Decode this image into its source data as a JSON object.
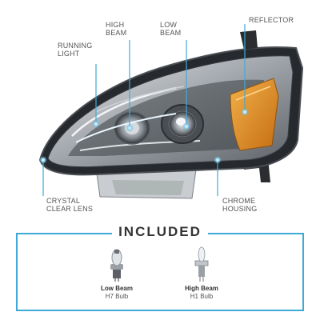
{
  "callouts": {
    "running_light": "RUNNING\nLIGHT",
    "high_beam": "HIGH\nBEAM",
    "low_beam": "LOW\nBEAM",
    "reflector": "REFLECTOR",
    "crystal_clear_lens": "CRYSTAL\nCLEAR LENS",
    "chrome_housing": "CHROME\nHOUSING"
  },
  "included": {
    "title": "INCLUDED",
    "bulbs": [
      {
        "name": "Low Beam",
        "type": "H7 Bulb"
      },
      {
        "name": "High Beam",
        "type": "H1 Bulb"
      }
    ]
  },
  "colors": {
    "accent": "#3fa9d8",
    "amber": "#e0902a",
    "chrome": "#b9bec4"
  }
}
